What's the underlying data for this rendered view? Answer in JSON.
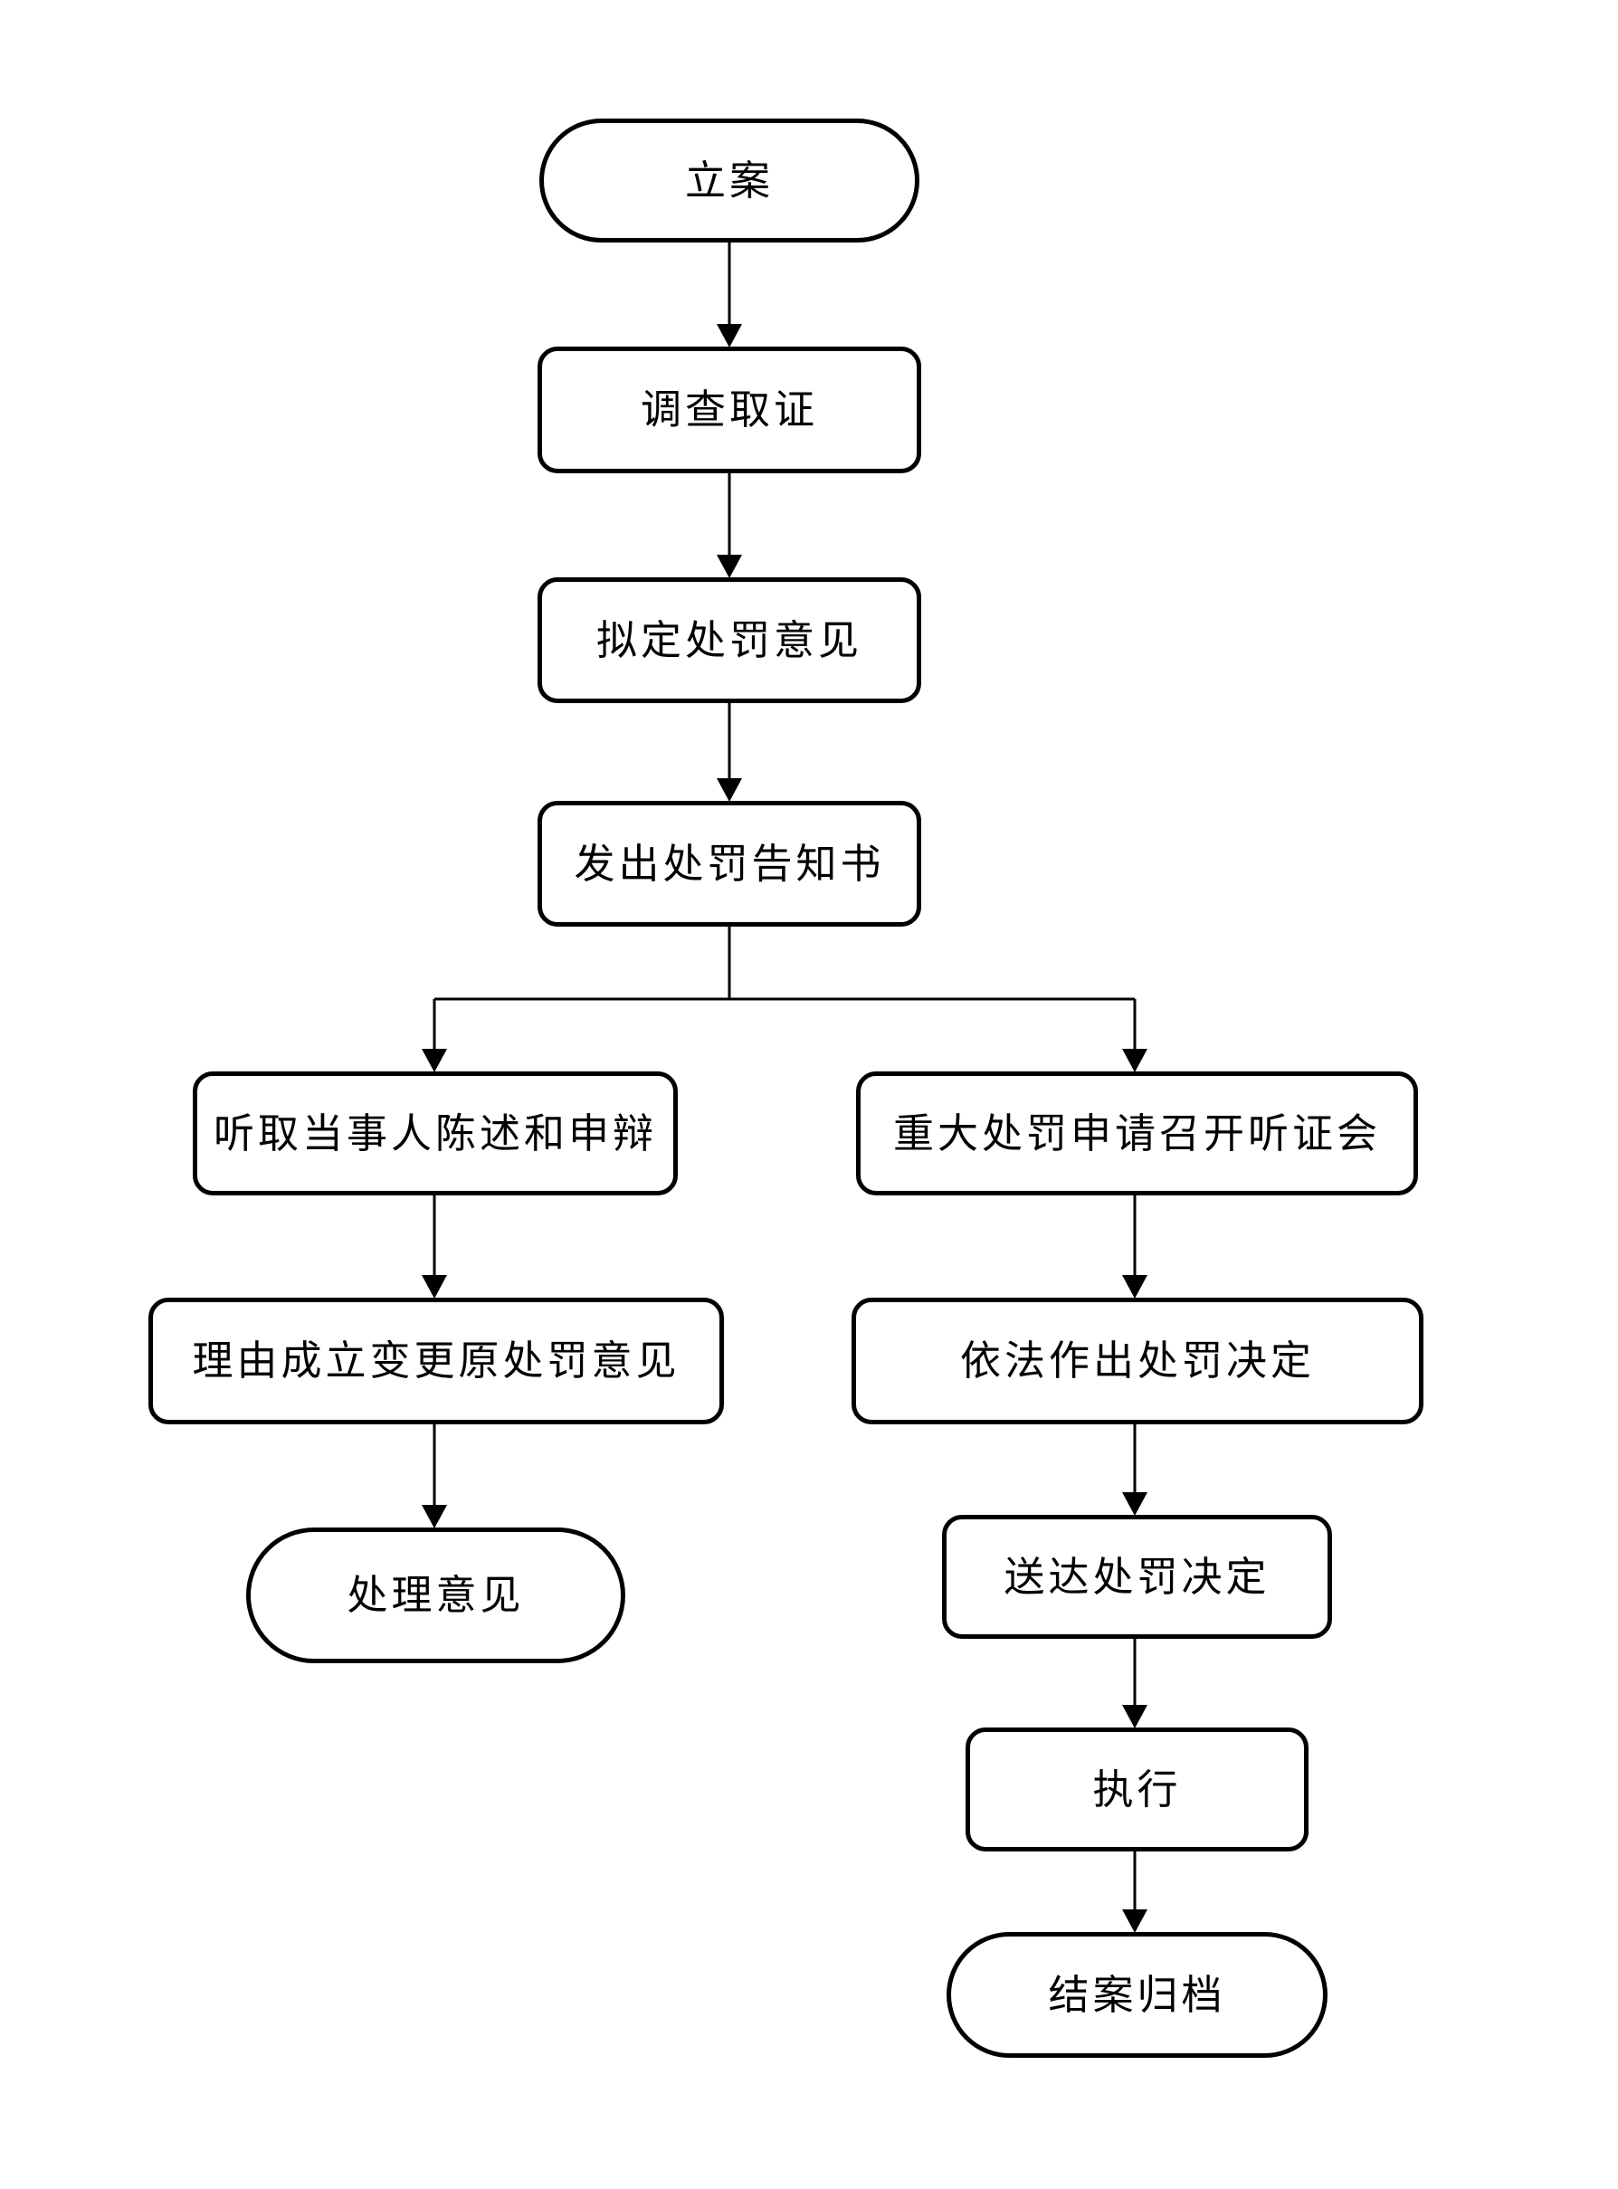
{
  "page": {
    "background": "#ffffff",
    "line_color": "#000000",
    "text_color": "#000000"
  },
  "diagram": {
    "type": "flowchart",
    "nodes": [
      {
        "id": "case-filing",
        "label": "立案",
        "shape": "stadium"
      },
      {
        "id": "investigation",
        "label": "调查取证",
        "shape": "rounded-rect"
      },
      {
        "id": "draft-penalty-opinion",
        "label": "拟定处罚意见",
        "shape": "rounded-rect"
      },
      {
        "id": "penalty-notice",
        "label": "发出处罚告知书",
        "shape": "rounded-rect"
      },
      {
        "id": "hear-statement-defense",
        "label": "听取当事人陈述和申辩",
        "shape": "rounded-rect"
      },
      {
        "id": "major-penalty-hearing",
        "label": "重大处罚申请召开听证会",
        "shape": "rounded-rect"
      },
      {
        "id": "amend-penalty-opinion",
        "label": "理由成立变更原处罚意见",
        "shape": "rounded-rect"
      },
      {
        "id": "make-penalty-decision",
        "label": "依法作出处罚决定",
        "shape": "rounded-rect"
      },
      {
        "id": "handling-opinion",
        "label": "处理意见",
        "shape": "stadium"
      },
      {
        "id": "deliver-penalty-decision",
        "label": "送达处罚决定",
        "shape": "rounded-rect"
      },
      {
        "id": "execution",
        "label": "执行",
        "shape": "rounded-rect"
      },
      {
        "id": "close-and-archive",
        "label": "结案归档",
        "shape": "stadium"
      }
    ],
    "edges": [
      {
        "from": "case-filing",
        "to": "investigation"
      },
      {
        "from": "investigation",
        "to": "draft-penalty-opinion"
      },
      {
        "from": "draft-penalty-opinion",
        "to": "penalty-notice"
      },
      {
        "from": "penalty-notice",
        "to": "hear-statement-defense"
      },
      {
        "from": "penalty-notice",
        "to": "major-penalty-hearing"
      },
      {
        "from": "hear-statement-defense",
        "to": "amend-penalty-opinion"
      },
      {
        "from": "amend-penalty-opinion",
        "to": "handling-opinion"
      },
      {
        "from": "major-penalty-hearing",
        "to": "make-penalty-decision"
      },
      {
        "from": "make-penalty-decision",
        "to": "deliver-penalty-decision"
      },
      {
        "from": "deliver-penalty-decision",
        "to": "execution"
      },
      {
        "from": "execution",
        "to": "close-and-archive"
      }
    ]
  }
}
